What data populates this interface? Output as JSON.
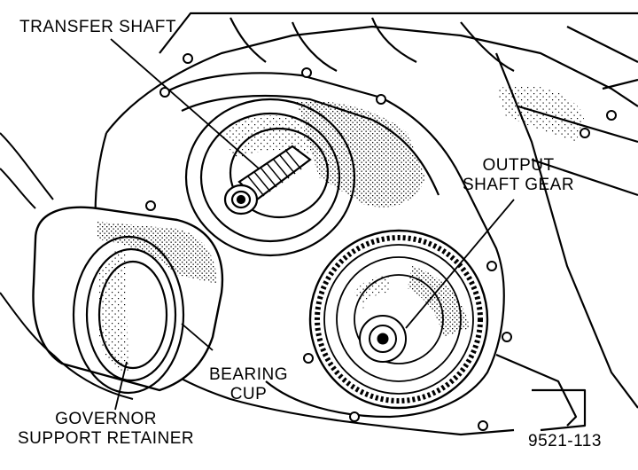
{
  "labels": {
    "transfer_shaft": "TRANSFER SHAFT",
    "output_shaft_gear": [
      "OUTPUT",
      "SHAFT GEAR"
    ],
    "bearing_cup": [
      "BEARING",
      "CUP"
    ],
    "governor_support_retainer": [
      "GOVERNOR",
      "SUPPORT RETAINER"
    ]
  },
  "figure_id": "9521-113",
  "colors": {
    "ink": "#000000",
    "paper": "#ffffff"
  }
}
